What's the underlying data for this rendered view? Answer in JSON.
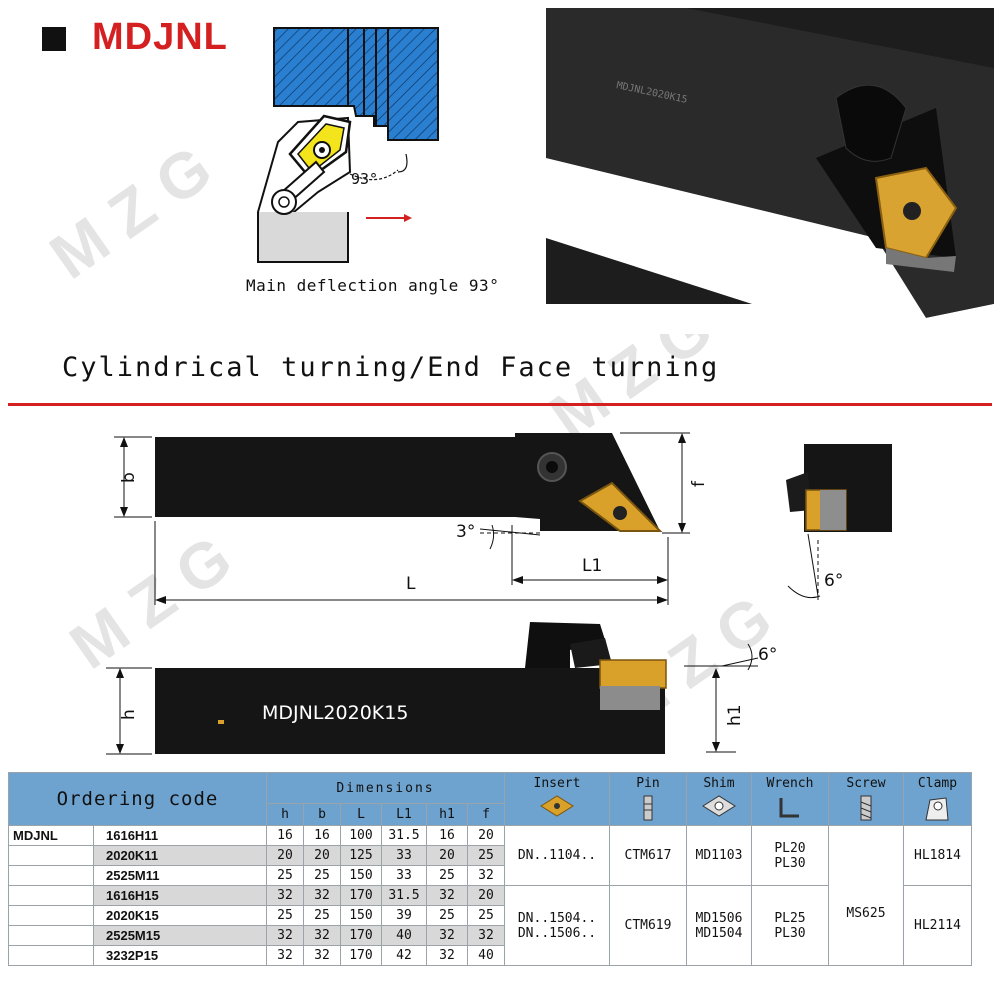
{
  "header": {
    "title": "MDJNL"
  },
  "diagram": {
    "angle_label": "93°",
    "caption": "Main deflection angle 93°"
  },
  "section": {
    "subtitle": "Cylindrical turning/End Face turning"
  },
  "drawing": {
    "dim_b": "b",
    "dim_f": "f",
    "dim_L": "L",
    "dim_L1": "L1",
    "angle_3": "3°",
    "angle_6a": "6°",
    "angle_6b": "6°",
    "dim_h": "h",
    "dim_h1": "h1",
    "model_label": "MDJNL2020K15"
  },
  "watermark": "MZG",
  "table": {
    "ordering_code_header": "Ordering code",
    "dimensions_header": "Dimensions",
    "columns": [
      "h",
      "b",
      "L",
      "L1",
      "h1",
      "f"
    ],
    "insert_header": "Insert",
    "pin_header": "Pin",
    "shim_header": "Shim",
    "wrench_header": "Wrench",
    "screw_header": "Screw",
    "clamp_header": "Clamp",
    "family": "MDJNL",
    "rows": [
      {
        "code": "1616H11",
        "h": "16",
        "b": "16",
        "L": "100",
        "L1": "31.5",
        "h1": "16",
        "f": "20"
      },
      {
        "code": "2020K11",
        "h": "20",
        "b": "20",
        "L": "125",
        "L1": "33",
        "h1": "20",
        "f": "25"
      },
      {
        "code": "2525M11",
        "h": "25",
        "b": "25",
        "L": "150",
        "L1": "33",
        "h1": "25",
        "f": "32"
      },
      {
        "code": "1616H15",
        "h": "32",
        "b": "32",
        "L": "170",
        "L1": "31.5",
        "h1": "32",
        "f": "20"
      },
      {
        "code": "2020K15",
        "h": "25",
        "b": "25",
        "L": "150",
        "L1": "39",
        "h1": "25",
        "f": "25"
      },
      {
        "code": "2525M15",
        "h": "32",
        "b": "32",
        "L": "170",
        "L1": "40",
        "h1": "32",
        "f": "32"
      },
      {
        "code": "3232P15",
        "h": "32",
        "b": "32",
        "L": "170",
        "L1": "42",
        "h1": "32",
        "f": "40"
      }
    ],
    "group1": {
      "insert": "DN..1104..",
      "pin": "CTM617",
      "shim": "MD1103",
      "wrench_a": "PL20",
      "wrench_b": "PL30",
      "clamp": "HL1814"
    },
    "group2": {
      "insert_a": "DN..1504..",
      "insert_b": "DN..1506..",
      "pin": "CTM619",
      "shim_a": "MD1506",
      "shim_b": "MD1504",
      "wrench_a": "PL25",
      "wrench_b": "PL30",
      "clamp": "HL2114"
    },
    "screw": "MS625"
  },
  "colors": {
    "title_red": "#d42020",
    "table_header_blue": "#6ea3cf",
    "insert_gold": "#e0a020",
    "diagram_blue": "#2a7fd0"
  }
}
